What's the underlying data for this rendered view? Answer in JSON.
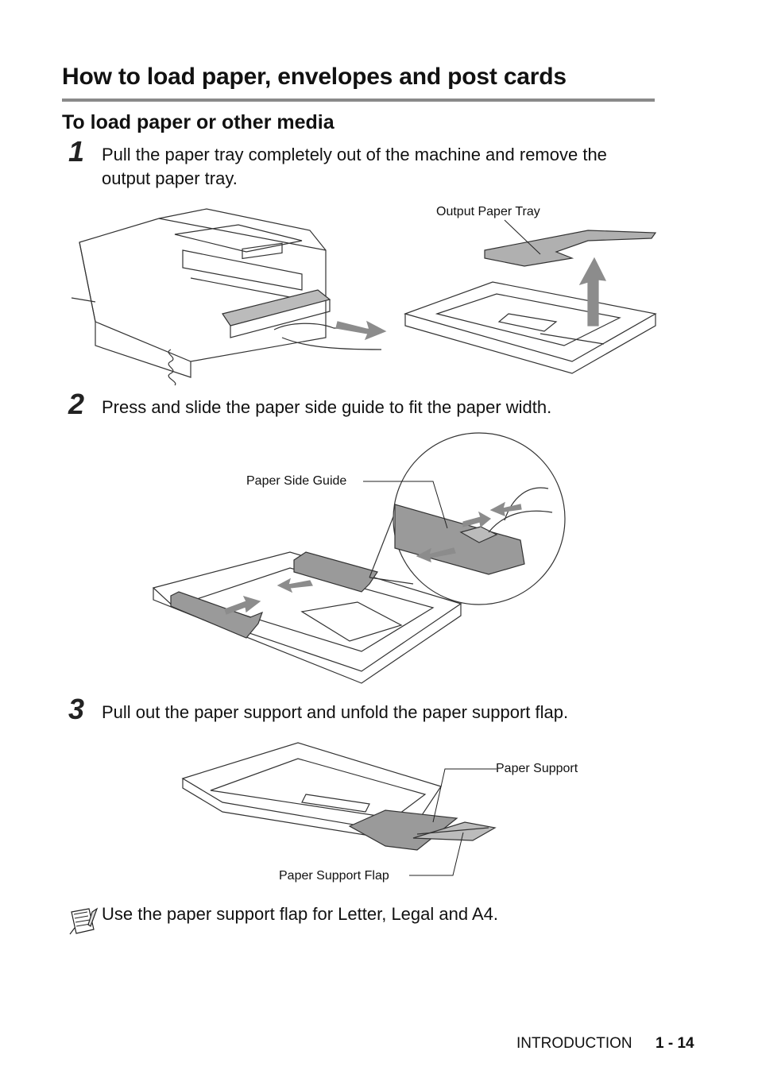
{
  "page": {
    "title": "How to load paper, envelopes and post cards",
    "subtitle": "To load paper or other media"
  },
  "steps": [
    {
      "number": "1",
      "text": "Pull the paper tray completely out of the machine and remove the output paper tray."
    },
    {
      "number": "2",
      "text": "Press and slide the paper side guide to fit the paper width."
    },
    {
      "number": "3",
      "text": "Pull out the paper support and unfold the paper support flap."
    }
  ],
  "callouts": {
    "output_paper_tray": "Output Paper Tray",
    "paper_side_guide": "Paper Side Guide",
    "paper_support": "Paper Support",
    "paper_support_flap": "Paper Support Flap"
  },
  "note": {
    "icon": "notepad-note-icon",
    "text": "Use the paper support flap for Letter, Legal and A4."
  },
  "footer": {
    "section": "INTRODUCTION",
    "page_number": "1 - 14"
  },
  "colors": {
    "rule": "#8a8a8a",
    "part_shade": "#9a9a9a",
    "arrow": "#8c8c8c",
    "line": "#333333"
  }
}
